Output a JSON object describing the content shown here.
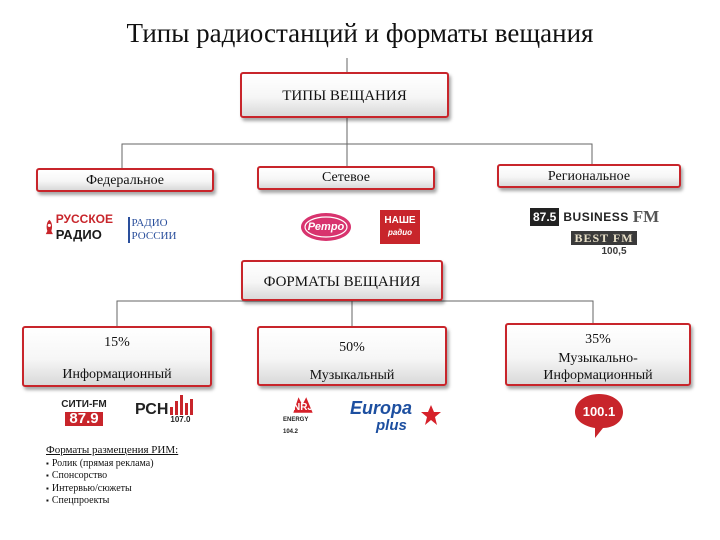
{
  "title": "Типы радиостанций и форматы вещания",
  "broadcast_types": {
    "heading": "ТИПЫ ВЕЩАНИЯ",
    "federal": "Федеральное",
    "network": "Сетевое",
    "regional": "Региональное"
  },
  "formats": {
    "heading": "ФОРМАТЫ ВЕЩАНИЯ",
    "items": [
      {
        "share": "15%",
        "label": "Информационный"
      },
      {
        "share": "50%",
        "label": "Музыкальный"
      },
      {
        "share": "35%",
        "label": "Музыкально-Информационный"
      }
    ]
  },
  "placement": {
    "heading": "Форматы размещения РИМ:",
    "items": [
      "Ролик (прямая реклама)",
      "Спонсорство",
      "Интервью/сюжеты",
      "Спецпроекты"
    ]
  },
  "logos": {
    "russkoe_radio": [
      "РУССКОЕ",
      "РАДИО"
    ],
    "radio_rossii": [
      "РАДИО",
      "РОССИИ"
    ],
    "retro_fm": "Ретро",
    "nashe_radio": [
      "НАШЕ",
      "радио"
    ],
    "business_fm": {
      "freq": "87.5",
      "name": "BUSINESS",
      "fm": "FM"
    },
    "best_fm": {
      "name": "BEST FM",
      "freq": "100,5"
    },
    "siti_fm": {
      "name": "СИТИ-FM",
      "freq": "87.9"
    },
    "rsn": {
      "name": "РСН",
      "freq": "107.0"
    },
    "energy": {
      "name": "NRJ",
      "freq": "ENERGY 104.2"
    },
    "europa_plus": [
      "Europa",
      "plus"
    ],
    "radio_100": "100.1"
  },
  "colors": {
    "accent": "#c8252b",
    "line": "#666666"
  }
}
